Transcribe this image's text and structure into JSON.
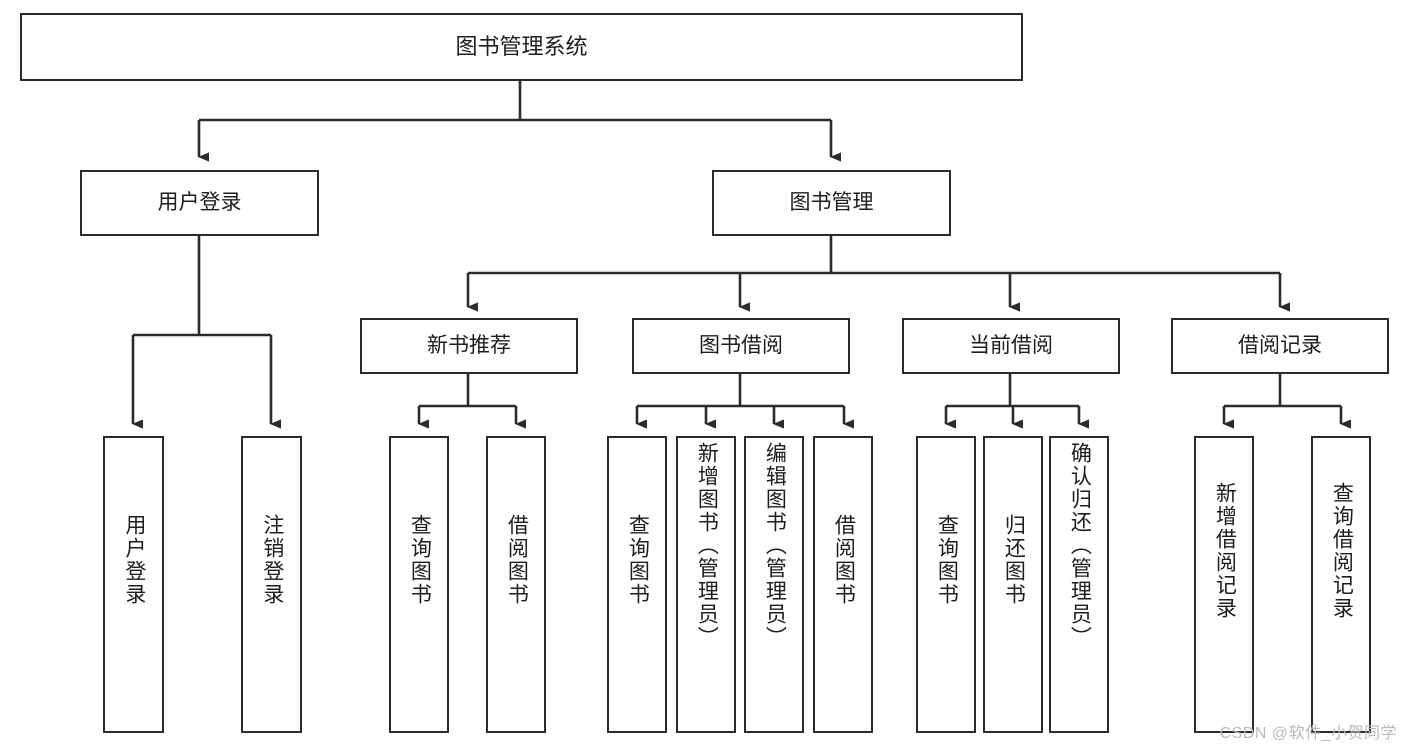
{
  "diagram": {
    "title": "图书管理系统",
    "type": "tree-hierarchy-chart",
    "watermark": "CSDN @软件_小贺同学",
    "colors": {
      "border": "#2b2b2b",
      "text": "#1d1d1d",
      "background": "#ffffff",
      "edge": "#2b2b2b",
      "watermark": "#b9b9b9"
    },
    "nodes": {
      "root": {
        "label": "图书管理系统"
      },
      "level2": [
        {
          "id": "user-login",
          "label": "用户登录"
        },
        {
          "id": "book-management",
          "label": "图书管理"
        }
      ],
      "level3": [
        {
          "id": "new-book-recommend",
          "label": "新书推荐"
        },
        {
          "id": "book-borrow",
          "label": "图书借阅"
        },
        {
          "id": "current-borrow",
          "label": "当前借阅"
        },
        {
          "id": "borrow-record",
          "label": "借阅记录"
        }
      ],
      "leaves": {
        "user_login": [
          {
            "id": "leaf-user-login",
            "label": "用户登录"
          },
          {
            "id": "leaf-logout-login",
            "label": "注销登录"
          }
        ],
        "new_book_recommend": [
          {
            "id": "leaf-query-book-1",
            "label": "查询图书"
          },
          {
            "id": "leaf-borrow-book-1",
            "label": "借阅图书"
          }
        ],
        "book_borrow": [
          {
            "id": "leaf-query-book-2",
            "label": "查询图书"
          },
          {
            "id": "leaf-add-book",
            "label": "新增图书（管理员）"
          },
          {
            "id": "leaf-edit-book",
            "label": "编辑图书（管理员）"
          },
          {
            "id": "leaf-borrow-book-2",
            "label": "借阅图书"
          }
        ],
        "current_borrow": [
          {
            "id": "leaf-query-book-3",
            "label": "查询图书"
          },
          {
            "id": "leaf-return-book",
            "label": "归还图书"
          },
          {
            "id": "leaf-confirm-return",
            "label": "确认归还（管理员）"
          }
        ],
        "borrow_record": [
          {
            "id": "leaf-add-record",
            "label": "新增借阅记录"
          },
          {
            "id": "leaf-query-record",
            "label": "查询借阅记录"
          }
        ]
      }
    }
  }
}
